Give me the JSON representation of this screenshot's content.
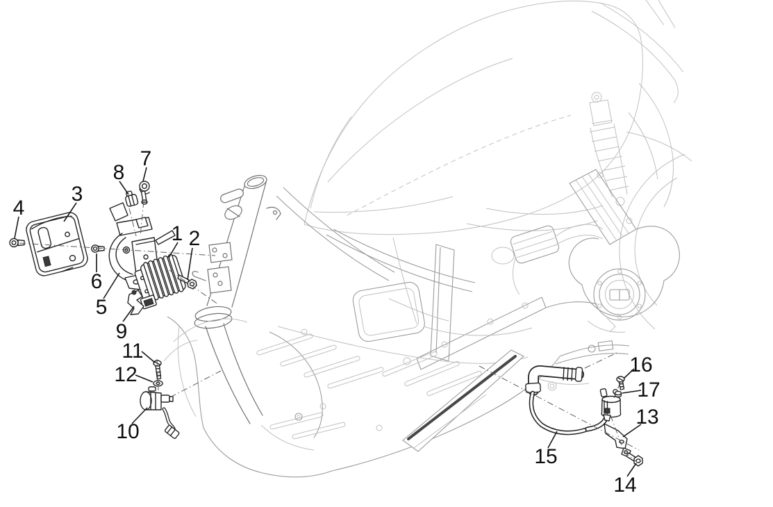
{
  "diagram": {
    "type": "exploded-parts-diagram",
    "subject": "scooter electrical system (voltage regulators, ECU, HT coil, spark plug cable)",
    "background": "#ffffff",
    "colors": {
      "part_line": "#232323",
      "body_line": "#bfbfbf",
      "frame_line": "#9a9a9a",
      "axis_line": "#5c5c5c",
      "callout_text": "#0d0d0d"
    },
    "callouts": [
      {
        "label": "1",
        "part": "voltage-regulator"
      },
      {
        "label": "2",
        "part": "regulator-bolt"
      },
      {
        "label": "3",
        "part": "electronic-control-unit"
      },
      {
        "label": "4",
        "part": "ecu-bolt"
      },
      {
        "label": "5",
        "part": "mounting-bracket"
      },
      {
        "label": "6",
        "part": "bracket-screw"
      },
      {
        "label": "7",
        "part": "cable-clamp-with-screw"
      },
      {
        "label": "8",
        "part": "cable-clamp"
      },
      {
        "label": "9",
        "part": "cable-clip"
      },
      {
        "label": "10",
        "part": "sensor-with-cable"
      },
      {
        "label": "11",
        "part": "sensor-screw"
      },
      {
        "label": "12",
        "part": "washer"
      },
      {
        "label": "13",
        "part": "coil-bracket"
      },
      {
        "label": "14",
        "part": "bracket-bolt"
      },
      {
        "label": "15",
        "part": "spark-plug-cable"
      },
      {
        "label": "16",
        "part": "coil-screw"
      },
      {
        "label": "17",
        "part": "coil-nut"
      }
    ]
  }
}
